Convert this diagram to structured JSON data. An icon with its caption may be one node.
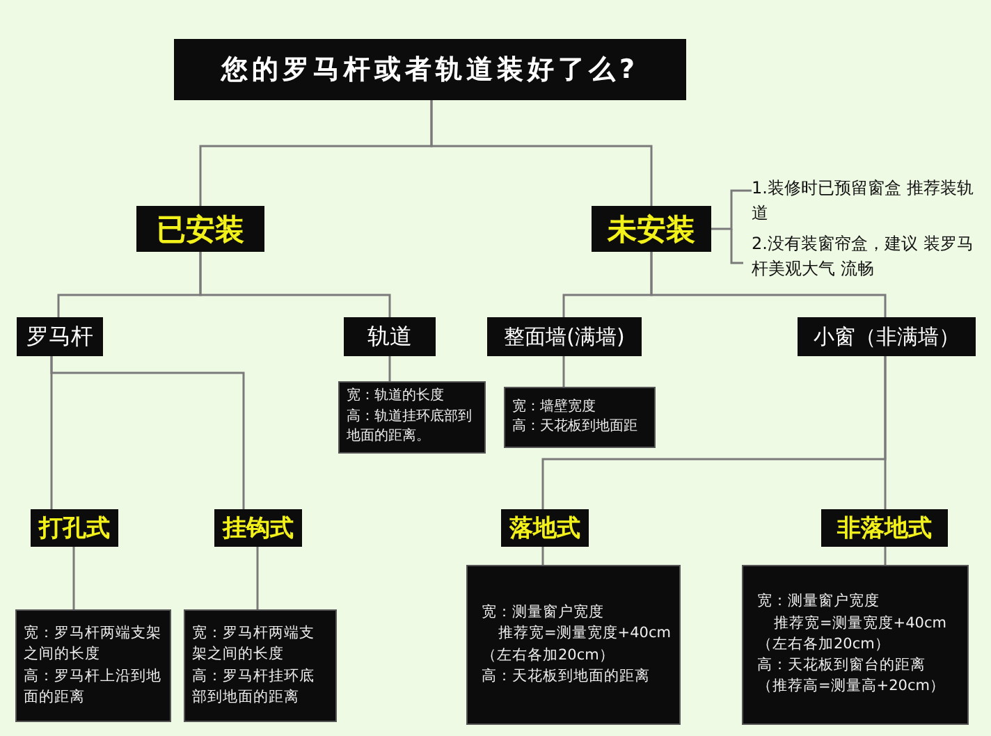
{
  "diagram": {
    "nodes": [
      {
        "text": [
          "您的罗马杆或者轨道装好了么?"
        ]
      },
      {
        "text": [
          "已安装"
        ]
      },
      {
        "text": [
          "未安装"
        ]
      },
      {
        "text": [
          "1.装修时已预留窗盒 推荐装轨道",
          "2.没有装窗帘盒，建议 装罗马杆美观大气 流畅"
        ]
      },
      {
        "text": [
          "罗马杆"
        ]
      },
      {
        "text": [
          "轨道"
        ]
      },
      {
        "text": [
          "宽：轨道的长度",
          "高：轨道挂环底部到地面的距离。"
        ]
      },
      {
        "text": [
          "整面墙(满墙)"
        ]
      },
      {
        "text": [
          "宽：墙壁宽度",
          "高：天花板到地面距"
        ]
      },
      {
        "text": [
          "小窗（非满墙）"
        ]
      },
      {
        "text": [
          "打孔式"
        ]
      },
      {
        "text": [
          "挂钩式"
        ]
      },
      {
        "text": [
          "宽：罗马杆两端支架之间的长度",
          "高：罗马杆上沿到地面的距离"
        ]
      },
      {
        "text": [
          "宽：罗马杆两端支架之间的长度",
          "高：罗马杆挂环底部到地面的距离"
        ]
      },
      {
        "text": [
          "落地式"
        ]
      },
      {
        "text": [
          "非落地式"
        ]
      },
      {
        "text": [
          "宽：测量窗户宽度",
          "推荐宽=测量宽度+40cm",
          "（左右各加20cm）",
          "高：天花板到地面的距离"
        ]
      },
      {
        "text": [
          "宽：测量窗户宽度",
          "推荐宽=测量宽度+40cm",
          "（左右各加20cm）",
          "高：天花板到窗台的距离",
          "（推荐高=测量高+20cm）"
        ]
      }
    ],
    "edges": [
      {
        "from": 0,
        "to": 1,
        "arrow": "none"
      },
      {
        "from": 0,
        "to": 2,
        "arrow": "none"
      },
      {
        "from": 2,
        "to": 3,
        "arrow": "none"
      },
      {
        "from": 1,
        "to": 4,
        "arrow": "none"
      },
      {
        "from": 1,
        "to": 5,
        "arrow": "none"
      },
      {
        "from": 5,
        "to": 6,
        "arrow": "none"
      },
      {
        "from": 2,
        "to": 7,
        "arrow": "none"
      },
      {
        "from": 2,
        "to": 9,
        "arrow": "none"
      },
      {
        "from": 7,
        "to": 8,
        "arrow": "none"
      },
      {
        "from": 4,
        "to": 10,
        "arrow": "none"
      },
      {
        "from": 4,
        "to": 11,
        "arrow": "none"
      },
      {
        "from": 10,
        "to": 12,
        "arrow": "none"
      },
      {
        "from": 11,
        "to": 13,
        "arrow": "none"
      },
      {
        "from": 9,
        "to": 14,
        "arrow": "none"
      },
      {
        "from": 9,
        "to": 15,
        "arrow": "none"
      },
      {
        "from": 14,
        "to": 16,
        "arrow": "none"
      },
      {
        "from": 15,
        "to": 17,
        "arrow": "none"
      }
    ]
  }
}
